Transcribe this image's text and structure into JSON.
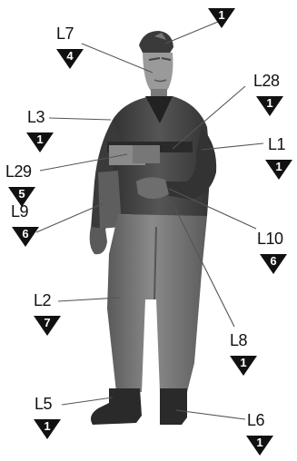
{
  "callouts": [
    {
      "id": "top",
      "label": "",
      "number": "1"
    },
    {
      "id": "L7",
      "label": "L7",
      "number": "4"
    },
    {
      "id": "L28",
      "label": "L28",
      "number": "1"
    },
    {
      "id": "L3",
      "label": "L3",
      "number": "1"
    },
    {
      "id": "L1",
      "label": "L1",
      "number": "1"
    },
    {
      "id": "L29",
      "label": "L29",
      "number": "5"
    },
    {
      "id": "L9",
      "label": "L9",
      "number": "6"
    },
    {
      "id": "L10",
      "label": "L10",
      "number": "6"
    },
    {
      "id": "L2",
      "label": "L2",
      "number": "7"
    },
    {
      "id": "L8",
      "label": "L8",
      "number": "1"
    },
    {
      "id": "L5",
      "label": "L5",
      "number": "1"
    },
    {
      "id": "L6",
      "label": "L6",
      "number": "1"
    }
  ],
  "colors": {
    "figure_dark": "#3c3c3c",
    "figure_mid": "#6a6a6a",
    "figure_light": "#8e8e8e",
    "marker": "#111111",
    "leader": "#555555"
  }
}
